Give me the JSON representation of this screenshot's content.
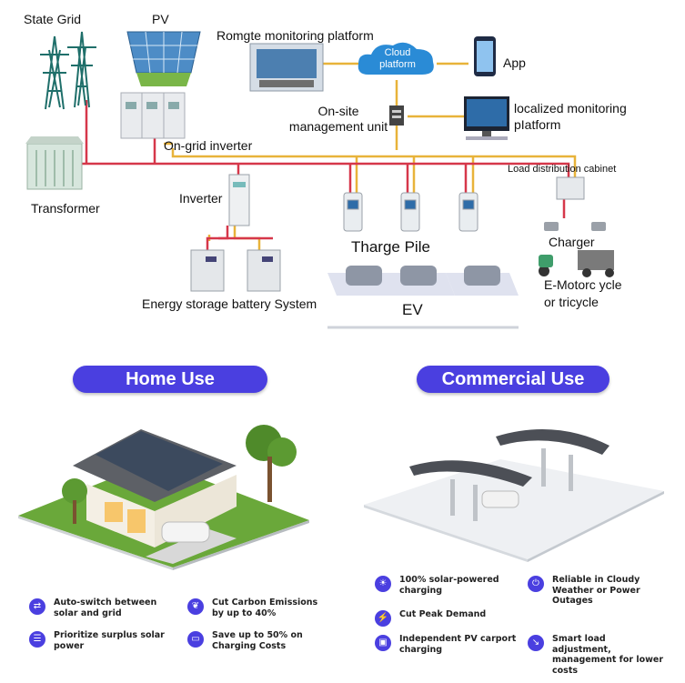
{
  "diagram": {
    "labels": {
      "state_grid": "State Grid",
      "pv": "PV",
      "remote_platform": "Romgte monitoring platform",
      "cloud_platform": "Cloud platform",
      "app": "App",
      "onsite_unit": "On-site management unit",
      "local_platform": "localized monitoring pIatform",
      "ongrid_inverter": "On-grid inverter",
      "transformer": "Transformer",
      "inverter": "Inverter",
      "load_cabinet": "Load distribution cabinet",
      "charge_pile": "Tharge Pile",
      "charger": "Charger",
      "ev": "EV",
      "motorcycle": "E-Motorc ycle or tricycle",
      "battery": "Energy storage battery System"
    },
    "colors": {
      "grid_line": "#d6374a",
      "comm_line": "#e8b33a",
      "accent": "#4a3fe0"
    }
  },
  "home": {
    "title": "Home Use",
    "features": [
      {
        "icon": "switch-icon",
        "text": "Auto-switch between solar and grid"
      },
      {
        "icon": "leaf-icon",
        "text": "Cut Carbon Emissions by up to 40%"
      },
      {
        "icon": "priority-icon",
        "text": "Prioritize surplus solar power"
      },
      {
        "icon": "battery-icon",
        "text": "Save up to 50% on Charging Costs"
      }
    ]
  },
  "commercial": {
    "title": "Commercial Use",
    "features": [
      {
        "icon": "solar-icon",
        "text": "100% solar-powered charging"
      },
      {
        "icon": "power-icon",
        "text": "Reliable in Cloudy Weather or Power Outages"
      },
      {
        "icon": "peak-icon",
        "text": "Cut Peak Demand"
      },
      {
        "icon": "carport-icon",
        "text": "Independent PV carport charging"
      },
      {
        "icon": "adjust-icon",
        "text": "Smart load adjustment, management for lower costs"
      }
    ]
  }
}
